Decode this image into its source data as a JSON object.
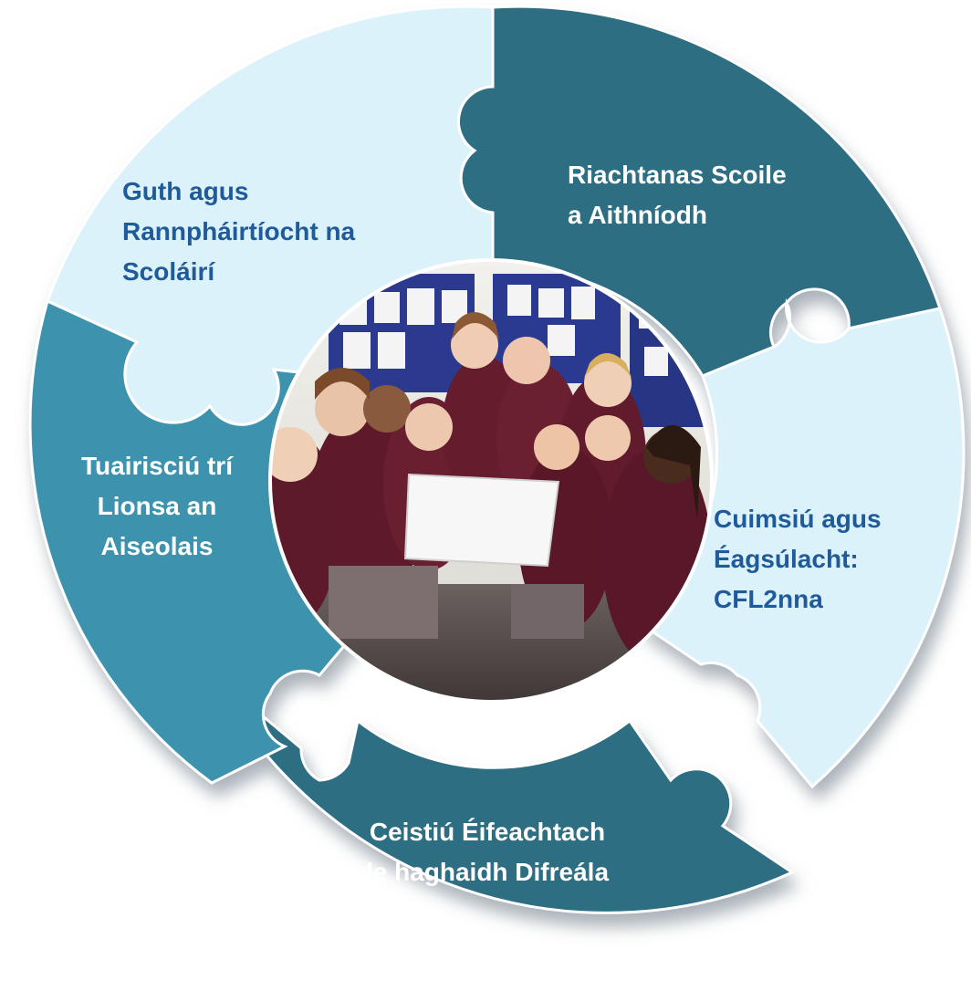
{
  "segments": [
    {
      "id": "student-voice",
      "lines": [
        "Guth agus",
        "Rannpháirtíocht na",
        "Scoláirí"
      ],
      "fill": "#dcf2fa",
      "text_color": "#1f5a9a"
    },
    {
      "id": "school-need",
      "lines": [
        "Riachtanas Scoile",
        "a Aithníodh"
      ],
      "fill": "#2d6e83",
      "text_color": "#ffffff"
    },
    {
      "id": "inclusion-diversity",
      "lines": [
        "Cuimsiú agus",
        "Éagsúlacht:",
        "CFL2nna"
      ],
      "fill": "#dcf2fa",
      "text_color": "#1f5a9a"
    },
    {
      "id": "effective-questioning",
      "lines": [
        "Ceistiú Éifeachtach",
        "le haghaidh Difreála"
      ],
      "fill": "#2d6e83",
      "text_color": "#ffffff"
    },
    {
      "id": "feedback-lens",
      "lines": [
        "Tuairisciú trí",
        "Lionsa an",
        "Aiseolais"
      ],
      "fill": "#3e93ad",
      "text_color": "#ffffff"
    }
  ],
  "center_photo": {
    "subject": "classroom-group-photo"
  },
  "colors": {
    "outline": "#ffffff",
    "shadow": "#a9b3ba"
  }
}
